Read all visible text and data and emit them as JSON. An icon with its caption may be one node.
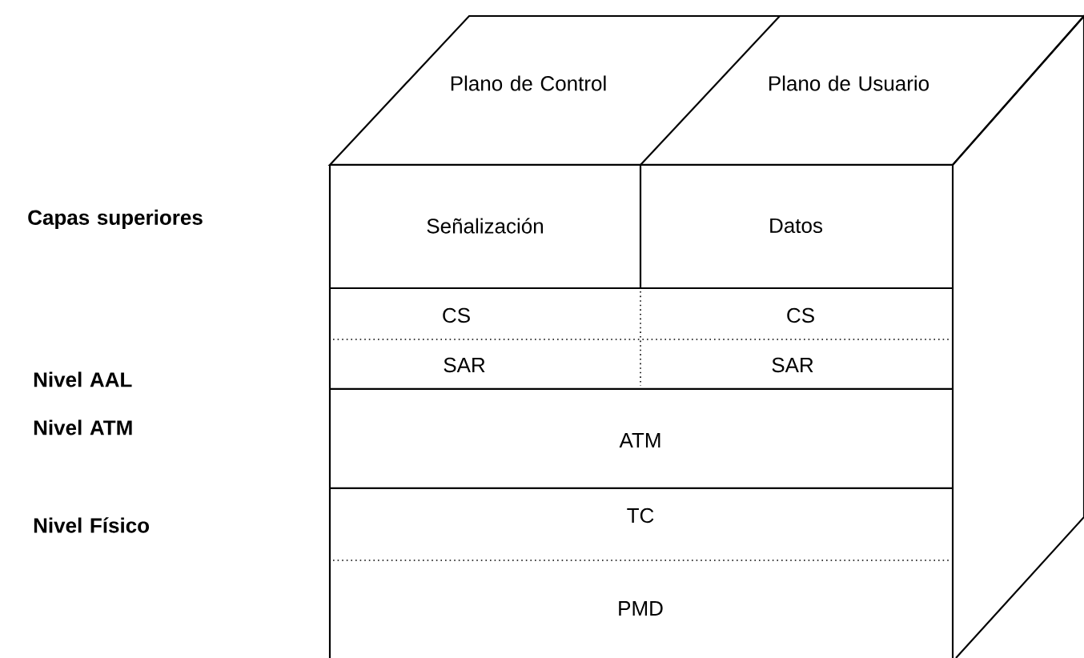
{
  "diagram": {
    "nodes": [
      {
        "text": [
          "Plano de Control"
        ]
      },
      {
        "text": [
          "Plano de Usuario"
        ]
      },
      {
        "text": [
          "Señalización"
        ]
      },
      {
        "text": [
          "Datos"
        ]
      },
      {
        "text": [
          "CS"
        ]
      },
      {
        "text": [
          "CS"
        ]
      },
      {
        "text": [
          "SAR"
        ]
      },
      {
        "text": [
          "SAR"
        ]
      },
      {
        "text": [
          "ATM"
        ]
      },
      {
        "text": [
          "TC"
        ]
      },
      {
        "text": [
          "PMD"
        ]
      }
    ],
    "labels": [
      "Capas superiores",
      "Nivel AAL",
      "Nivel ATM",
      "Nivel Físico"
    ]
  }
}
